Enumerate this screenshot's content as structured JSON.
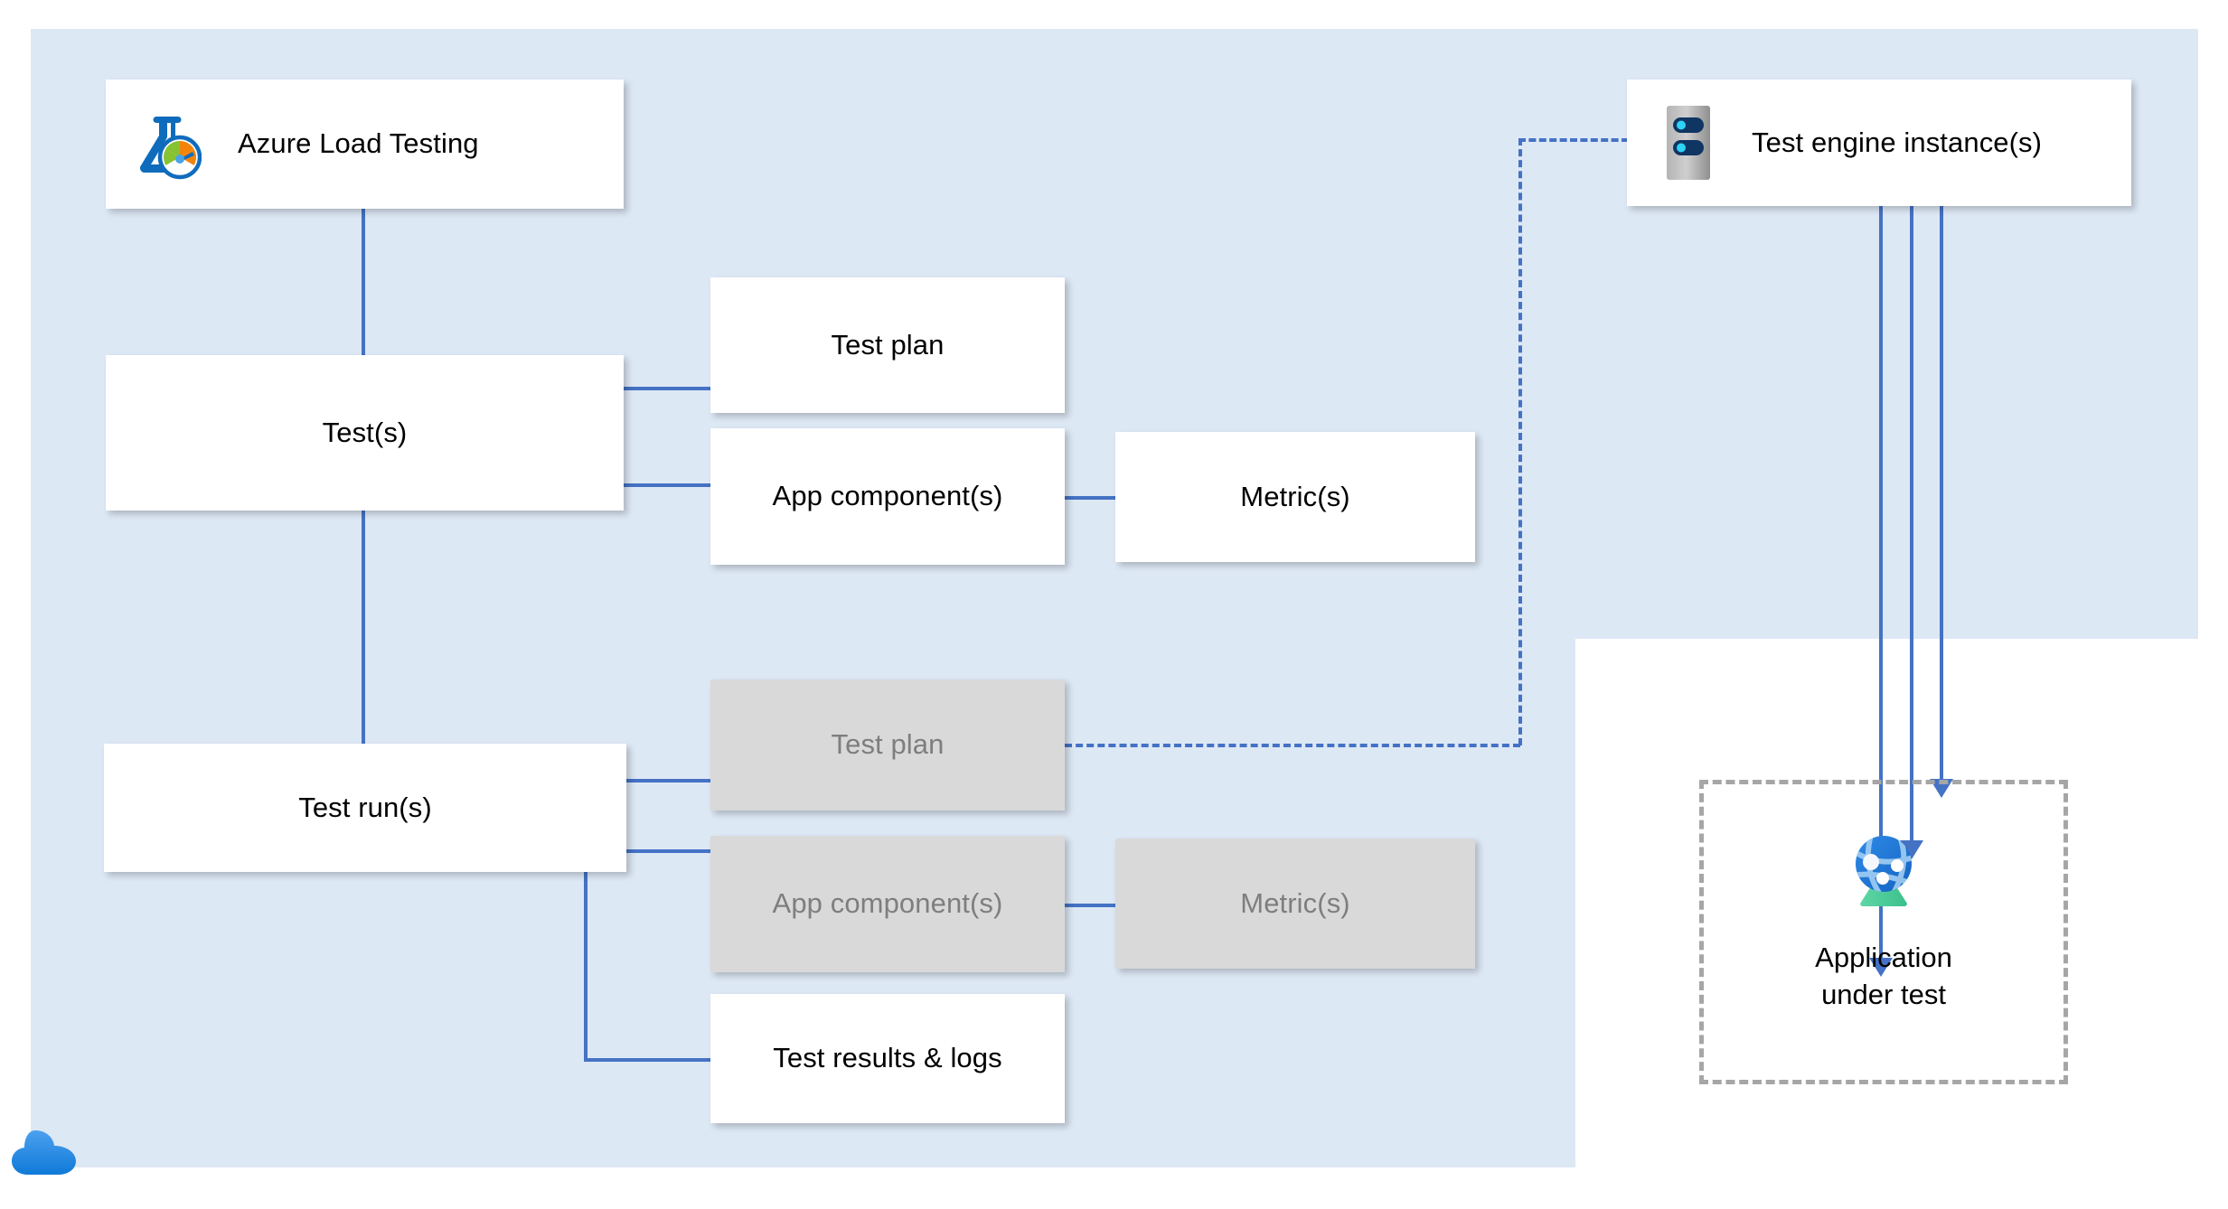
{
  "diagram": {
    "title": "Azure Load Testing resource hierarchy",
    "colors": {
      "panel_background": "#dde8f5",
      "connector_blue": "#4472c4",
      "node_background": "#ffffff",
      "dimmed_node_background": "#d9d9d9",
      "dimmed_node_text": "#7e7e7e",
      "dashed_border_gray": "#a6a6a6",
      "azure_blue": "#0078d4",
      "cloud_blue": "#2a8ae4"
    }
  },
  "nodes": {
    "azure_load_testing": {
      "label": "Azure Load Testing",
      "icon": "azure-load-testing-icon",
      "state": "active"
    },
    "tests": {
      "label": "Test(s)",
      "state": "active"
    },
    "test_plan": {
      "label": "Test plan",
      "state": "active"
    },
    "app_components": {
      "label": "App component(s)",
      "state": "active"
    },
    "metrics": {
      "label": "Metric(s)",
      "state": "active"
    },
    "test_runs": {
      "label": "Test run(s)",
      "state": "active"
    },
    "test_plan_snapshot": {
      "label": "Test plan",
      "state": "dimmed"
    },
    "app_components_snapshot": {
      "label": "App component(s)",
      "state": "dimmed"
    },
    "metrics_snapshot": {
      "label": "Metric(s)",
      "state": "dimmed"
    },
    "test_results_logs": {
      "label": "Test results & logs",
      "state": "active"
    },
    "test_engine_instances": {
      "label": "Test engine instance(s)",
      "icon": "server-icon",
      "state": "active"
    },
    "application_under_test": {
      "label": "Application\nunder test",
      "icon": "web-app-globe-icon",
      "state": "active"
    }
  },
  "icons": {
    "cloud": "cloud-icon",
    "azure_load_testing": "flask-gauge-icon",
    "server": "server-rack-icon",
    "web_app": "globe-network-icon"
  }
}
